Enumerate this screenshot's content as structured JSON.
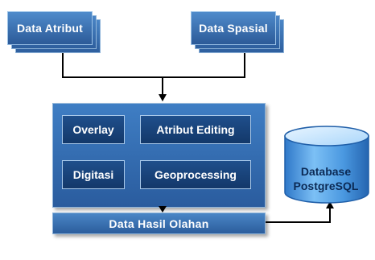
{
  "inputs": {
    "data_atribut": "Data Atribut",
    "data_spasial": "Data Spasial"
  },
  "process": {
    "overlay": "Overlay",
    "atribut_editing": "Atribut Editing",
    "digitasi": "Digitasi",
    "geoprocessing": "Geoprocessing"
  },
  "output": {
    "result": "Data Hasil Olahan"
  },
  "database": {
    "line1": "Database",
    "line2": "PostgreSQL"
  }
}
